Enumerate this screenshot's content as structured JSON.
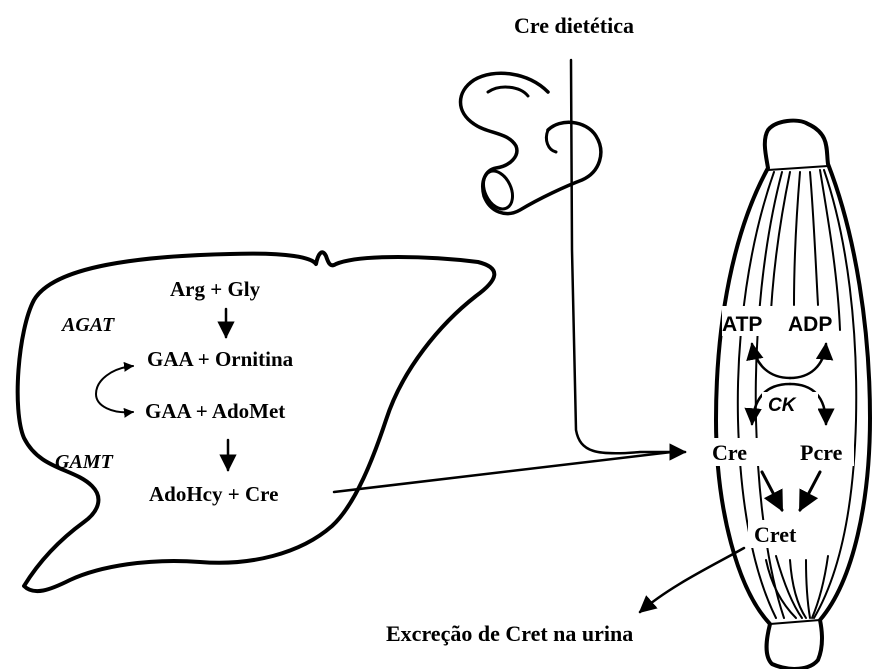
{
  "title": "Cre dietética",
  "liver": {
    "row1": "Arg + Gly",
    "enzyme1": "AGAT",
    "row2": "GAA + Ornitina",
    "row3": "GAA + AdoMet",
    "enzyme2": "GAMT",
    "row4": "AdoHcy + Cre"
  },
  "muscle": {
    "atp": "ATP",
    "adp": "ADP",
    "ck": "CK",
    "cre": "Cre",
    "pcre": "Pcre",
    "cret": "Cret"
  },
  "footer": "Excreção de Cret na urina"
}
